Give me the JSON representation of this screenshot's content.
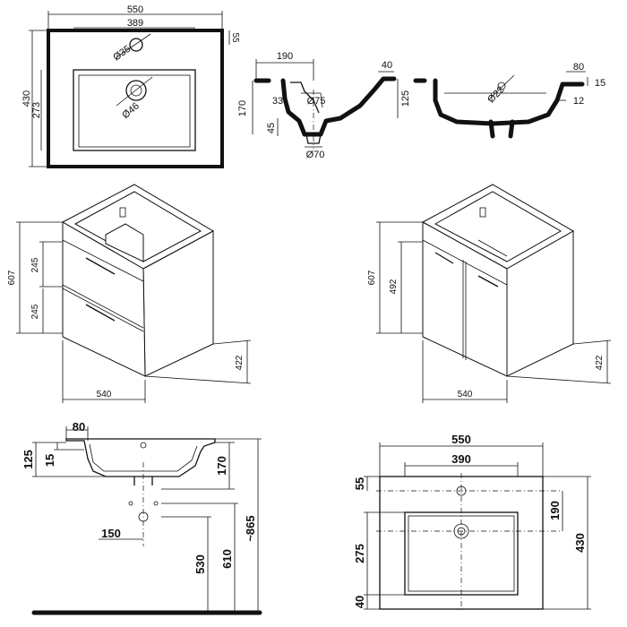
{
  "top_plan": {
    "width": "550",
    "inner_width": "389",
    "depth": "430",
    "bowl_depth": "273",
    "tap_hole": "Ø35",
    "waste_hole": "Ø46",
    "tap_offset": "55"
  },
  "section_a": {
    "offset": "190",
    "rim": "40",
    "height": "170",
    "bowl_height": "125",
    "trap_gap": "33",
    "pipe": "Ø75",
    "drop": "45",
    "outlet": "Ø70"
  },
  "section_b": {
    "rim": "80",
    "rim_height": "15",
    "hole": "Ø22",
    "edge": "12"
  },
  "cabinet_drawers": {
    "height": "607",
    "drawer_top": "245",
    "drawer_bottom": "245",
    "depth": "422",
    "width": "540"
  },
  "cabinet_doors": {
    "height": "607",
    "door_height": "492",
    "depth": "422",
    "width": "540"
  },
  "install_side": {
    "rim_width": "80",
    "height_a": "125",
    "height_b": "15",
    "basin_height": "170",
    "waste_offset": "150",
    "floor_530": "530",
    "floor_610": "610",
    "floor_865": "~865"
  },
  "install_plan": {
    "width": "550",
    "inner_width": "390",
    "tap_offset": "55",
    "to_waste": "190",
    "bowl_depth": "275",
    "front": "40",
    "depth": "430"
  }
}
